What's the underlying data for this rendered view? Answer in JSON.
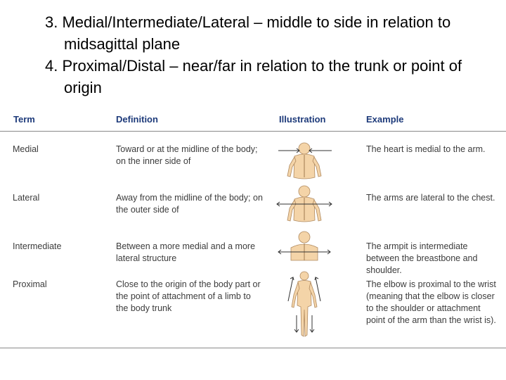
{
  "bullets": [
    "3. Medial/Intermediate/Lateral – middle to side in relation to midsagittal plane",
    "4. Proximal/Distal – near/far in relation to the trunk or point of origin"
  ],
  "table": {
    "headers": {
      "term": "Term",
      "definition": "Definition",
      "illustration": "Illustration",
      "example": "Example"
    },
    "rows": [
      {
        "term": "Medial",
        "definition": "Toward or at the midline of the body; on the inner side of",
        "example": "The heart is medial to the arm."
      },
      {
        "term": "Lateral",
        "definition": "Away from the midline of the body; on the outer side of",
        "example": "The arms are lateral to the chest."
      },
      {
        "term": "Intermediate",
        "definition": "Between a more medial and a more lateral structure",
        "example": "The armpit is intermediate between the breastbone and shoulder."
      },
      {
        "term": "Proximal",
        "definition": "Close to the origin of the body part or the point of attachment of a limb to the body trunk",
        "example": "The elbow is proximal to the wrist (meaning that the elbow is closer to the shoulder or attachment point of the arm than the wrist is)."
      }
    ]
  },
  "colors": {
    "header_text": "#1d3a7a",
    "body_text": "#3c3c3c",
    "skin": "#f4d4a8",
    "rule": "#8a8a8a"
  },
  "icons": [
    "torso-back-figure",
    "full-body-figure"
  ]
}
